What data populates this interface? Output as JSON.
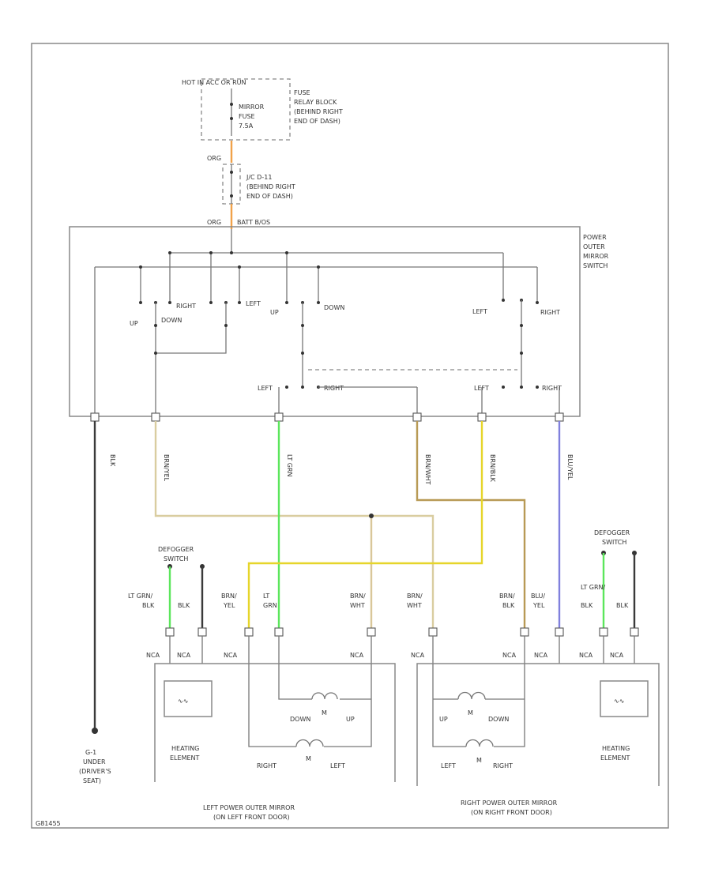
{
  "colors": {
    "gray": "#a9a9a9",
    "black": "#3a3a3a",
    "orange": "#f0a24a",
    "brn_yel": "#d9cda0",
    "lt_grn": "#5ce65c",
    "brn_wht": "#d9c79a",
    "brn_blk": "#b89a55",
    "yellow": "#e6d52a",
    "blu_yel": "#8080dd"
  },
  "top": {
    "hot_label": "HOT IN ACC OR RUN",
    "fuse_block_label": "FUSE / RELAY BLOCK (BEHIND RIGHT END OF DASH)",
    "fuse_lines": [
      "MIRROR",
      "FUSE",
      "7.5A"
    ],
    "wire_org": "ORG",
    "jc_label": "J/C D-11 (BEHIND RIGHT END OF DASH)",
    "wire_org2": "ORG",
    "wire_tag": "BATT B/OS"
  },
  "switch": {
    "title": "POWER OUTER MIRROR SWITCH",
    "upper_left": [
      "UP",
      "DOWN",
      "RIGHT",
      "LEFT",
      "UP",
      "DOWN"
    ],
    "upper_right": [
      "LEFT",
      "RIGHT"
    ],
    "lower_left": [
      "LEFT",
      "RIGHT"
    ],
    "lower_right": [
      "LEFT",
      "RIGHT"
    ]
  },
  "harness": [
    "BLK",
    "BRN/YEL",
    "LT GRN",
    "BRN/WHT",
    "BRN/BLK",
    "BLU/YEL"
  ],
  "ground": [
    "G-1",
    "UNDER",
    "(DRIVER'S",
    "SEAT)"
  ],
  "left_mirror": {
    "defogger": [
      "DEFOGGER",
      "SWITCH"
    ],
    "wire_labels": [
      "LT GRN/",
      "BLK",
      "BLK",
      "BRN/",
      "YEL",
      "LT",
      "GRN",
      "BRN/",
      "WHT"
    ],
    "nca": [
      "NCA",
      "NCA",
      "NCA",
      "NCA"
    ],
    "heating": [
      "HEATING",
      "ELEMENT"
    ],
    "motor_labels": [
      "DOWN",
      "UP",
      "RIGHT",
      "LEFT"
    ],
    "caption": [
      "LEFT POWER OUTER MIRROR",
      "(ON LEFT FRONT DOOR)"
    ]
  },
  "right_mirror": {
    "defogger": [
      "DEFOGGER",
      "SWITCH"
    ],
    "wire_labels": [
      "BRN/",
      "WHT",
      "BRN/",
      "BLK",
      "BLU/",
      "YEL",
      "LT GRN/",
      "BLK",
      "BLK"
    ],
    "nca": [
      "NCA",
      "NCA",
      "NCA",
      "NCA",
      "NCA"
    ],
    "heating": [
      "HEATING",
      "ELEMENT"
    ],
    "motor_labels": [
      "UP",
      "DOWN",
      "LEFT",
      "RIGHT"
    ],
    "caption": [
      "RIGHT POWER OUTER MIRROR",
      "(ON RIGHT FRONT DOOR)"
    ]
  },
  "footer_code": "G81455"
}
